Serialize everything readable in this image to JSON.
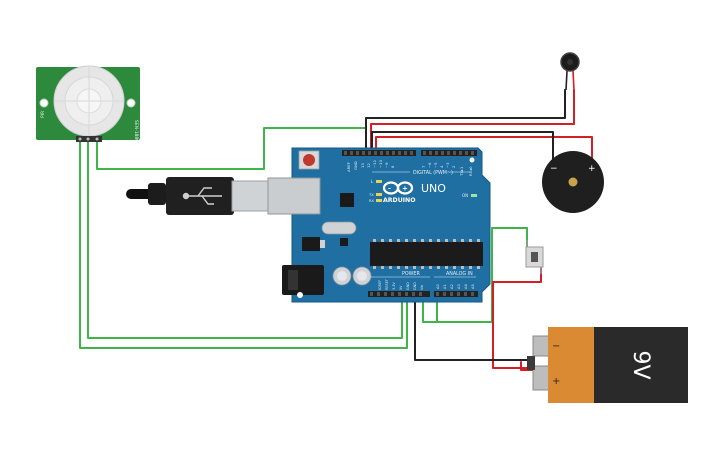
{
  "arduino": {
    "brand": "ARDUINO",
    "model": "UNO",
    "digital_header": "DIGITAL (PWM~)",
    "power_label": "POWER",
    "analog_label": "ANALOG IN",
    "on_label": "ON",
    "l_label": "L",
    "tx_label": "TX",
    "rx_label": "RX",
    "aref_label": "AREF",
    "gnd_label": "GND",
    "digital_pins": [
      "13",
      "12",
      "~11",
      "~10",
      "~9",
      "8",
      "7",
      "~6",
      "~5",
      "4",
      "~3",
      "2",
      "TX▸1",
      "RX◂0"
    ],
    "power_pins": [
      "IOREF",
      "RESET",
      "3.3V",
      "5V",
      "GND",
      "GND",
      "Vin"
    ],
    "analog_pins": [
      "A0",
      "A1",
      "A2",
      "A3",
      "A4",
      "A5"
    ]
  },
  "pir_sensor": {
    "side_label_right": "SEN-18807",
    "side_label_left": "PIR"
  },
  "battery": {
    "voltage_label": "9V",
    "minus": "−",
    "plus": "+"
  },
  "buzzer": {
    "minus": "−",
    "plus": "+"
  },
  "colors": {
    "board": "#1f6fa3",
    "board_edge": "#155a86",
    "wire_green": "#3eb449",
    "wire_red": "#d51f26",
    "wire_black": "#222222",
    "pir_green": "#2d8a3c",
    "battery_orange": "#d98a33",
    "battery_black": "#2a2a2a"
  }
}
